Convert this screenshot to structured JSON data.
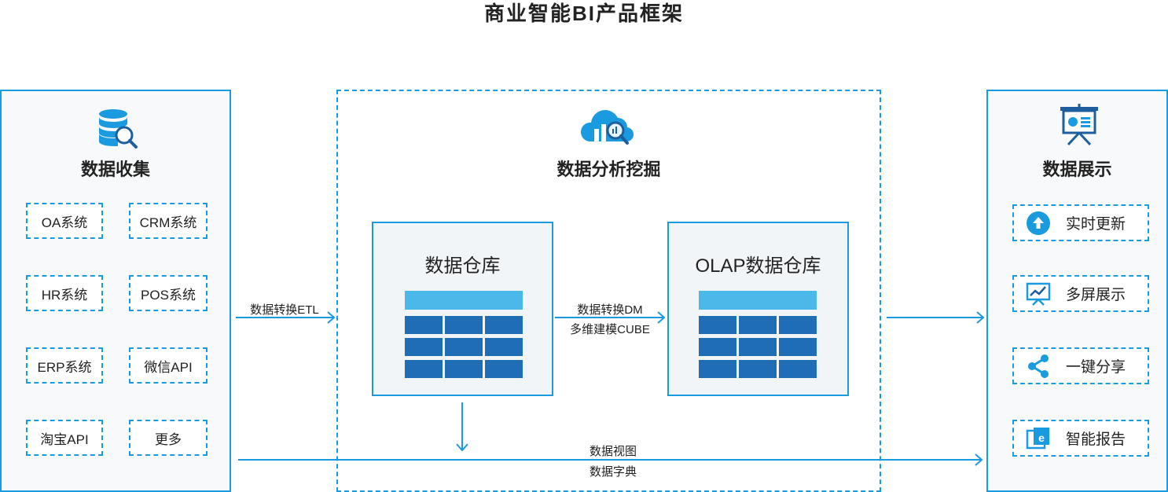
{
  "title": "商业智能BI产品框架",
  "collect": {
    "title": "数据收集",
    "icon": "database-search-icon",
    "sources": [
      "OA系统",
      "CRM系统",
      "HR系统",
      "POS系统",
      "ERP系统",
      "微信API",
      "淘宝API",
      "更多"
    ]
  },
  "analysis": {
    "title": "数据分析挖掘",
    "icon": "cloud-analysis-icon",
    "warehouse": {
      "title": "数据仓库"
    },
    "olap": {
      "title": "OLAP数据仓库"
    }
  },
  "display": {
    "title": "数据展示",
    "icon": "presentation-board-icon",
    "items": [
      {
        "label": "实时更新",
        "icon": "upload-arrow-icon"
      },
      {
        "label": "多屏展示",
        "icon": "chart-screen-icon"
      },
      {
        "label": "一键分享",
        "icon": "share-icon"
      },
      {
        "label": "智能报告",
        "icon": "report-icon"
      }
    ]
  },
  "arrows": {
    "etl": "数据转换ETL",
    "dm": "数据转换DM",
    "cube": "多维建模CUBE",
    "view": "数据视图",
    "dict": "数据字典"
  },
  "colors": {
    "accent": "#1a9be0",
    "header_cell": "#4bb8ea",
    "cell": "#1f6db4"
  }
}
